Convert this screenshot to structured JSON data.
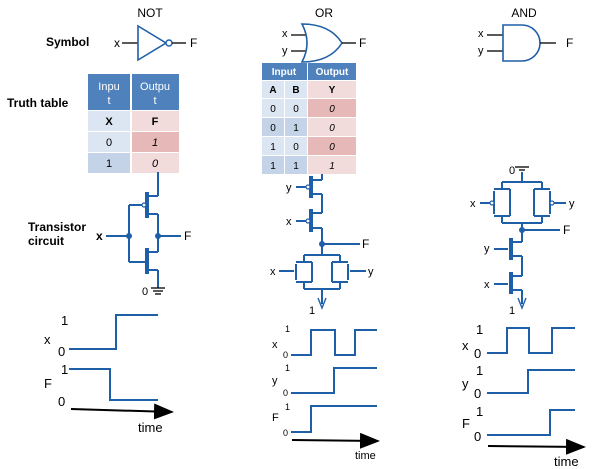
{
  "row_labels": {
    "symbol": "Symbol",
    "truth_table": "Truth table",
    "transistor_line1": "Transistor",
    "transistor_line2": "circuit"
  },
  "gates": {
    "not": {
      "title": "NOT",
      "input": "x",
      "output": "F",
      "table": {
        "headers": [
          "Inpu\nt",
          "Outpu\nt"
        ],
        "subheaders": [
          "X",
          "F"
        ],
        "rows": [
          [
            "0",
            "1"
          ],
          [
            "1",
            "0"
          ]
        ]
      },
      "transistor": {
        "input": "x",
        "output": "F",
        "ground": "0"
      },
      "timing": {
        "x_label": "x",
        "f_label": "F",
        "high": "1",
        "low": "0",
        "time_label": "time",
        "x_values": [
          0,
          1
        ],
        "f_values": [
          1,
          0
        ]
      }
    },
    "or": {
      "title": "OR",
      "inputs": [
        "x",
        "y"
      ],
      "output": "F",
      "table": {
        "headers": [
          "Input",
          "Output"
        ],
        "subheaders": [
          "A",
          "B",
          "Y"
        ],
        "rows": [
          [
            "0",
            "0",
            "0"
          ],
          [
            "0",
            "1",
            "0"
          ],
          [
            "1",
            "0",
            "0"
          ],
          [
            "1",
            "1",
            "1"
          ]
        ]
      },
      "transistor": {
        "inputs": [
          "y",
          "x",
          "x",
          "y"
        ],
        "output": "F",
        "supply": "1"
      },
      "timing": {
        "labels": [
          "x",
          "y",
          "F"
        ],
        "high": "1",
        "low": "0",
        "time_label": "time",
        "x_values": [
          0,
          1,
          0,
          1
        ],
        "y_values": [
          0,
          0,
          1,
          1
        ],
        "f_values": [
          0,
          1,
          1,
          1
        ]
      }
    },
    "and": {
      "title": "AND",
      "inputs": [
        "x",
        "y"
      ],
      "output": "F",
      "transistor": {
        "inputs": [
          "x",
          "y",
          "y",
          "x"
        ],
        "output": "F",
        "ground": "0",
        "supply": "1"
      },
      "timing": {
        "labels": [
          "x",
          "y",
          "F"
        ],
        "high": "1",
        "low": "0",
        "time_label": "time",
        "x_values": [
          0,
          1,
          0,
          1
        ],
        "y_values": [
          0,
          0,
          1,
          1
        ],
        "f_values": [
          0,
          0,
          0,
          1
        ]
      }
    }
  },
  "colors": {
    "accent": "#1f5fa8",
    "table_header": "#4f81bd",
    "table_header_text": "#ffffff",
    "row_light_blue": "#dce6f2",
    "row_mid_blue": "#c5d3e8",
    "row_light_pink": "#f2dcdb",
    "row_pink": "#e6b9b8"
  }
}
